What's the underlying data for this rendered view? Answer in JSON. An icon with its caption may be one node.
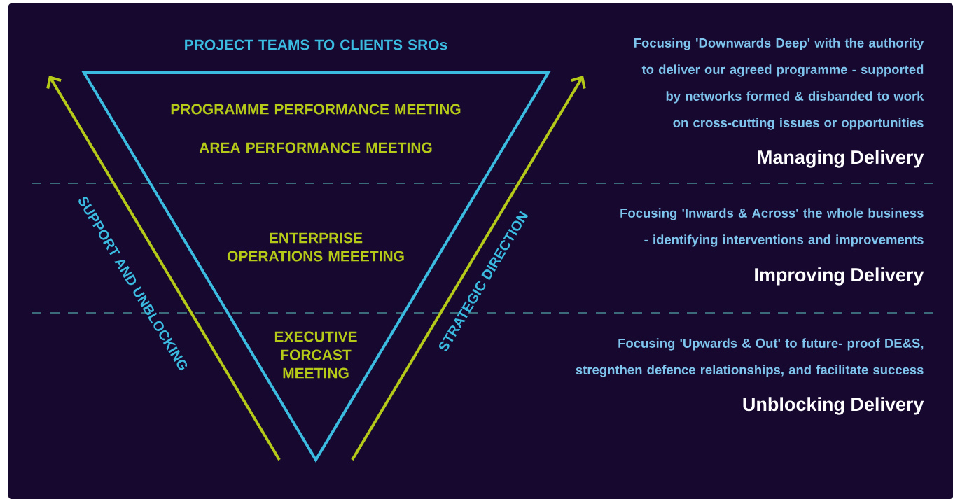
{
  "diagram": {
    "nodes": [
      {
        "text": [
          "PROJECT TEAMS TO CLIENTS SROs",
          "PROGRAMME PERFORMANCE MEETING",
          "AREA PERFORMANCE MEETING",
          "ENTERPRISE OPERATIONS MEEETING",
          "EXECUTIVE FORCAST MEETING"
        ]
      }
    ],
    "labels": [
      "Focusing 'Downwards Deep' with the authority to deliver our agreed programme - supported by networks formed & disbanded to work on cross-cutting issues or opportunities",
      "Managing Delivery",
      "SUPPORT AND UNBLOCKING",
      "STRATEGIC DIRECTION",
      "Focusing 'Inwards & Across' the whole business - identifying interventions and improvements",
      "Improving Delivery",
      "Focusing 'Upwards & Out' to future- proof DE&S, stregnthen defence relationships, and facilitate success",
      "Unblocking Delivery"
    ]
  }
}
